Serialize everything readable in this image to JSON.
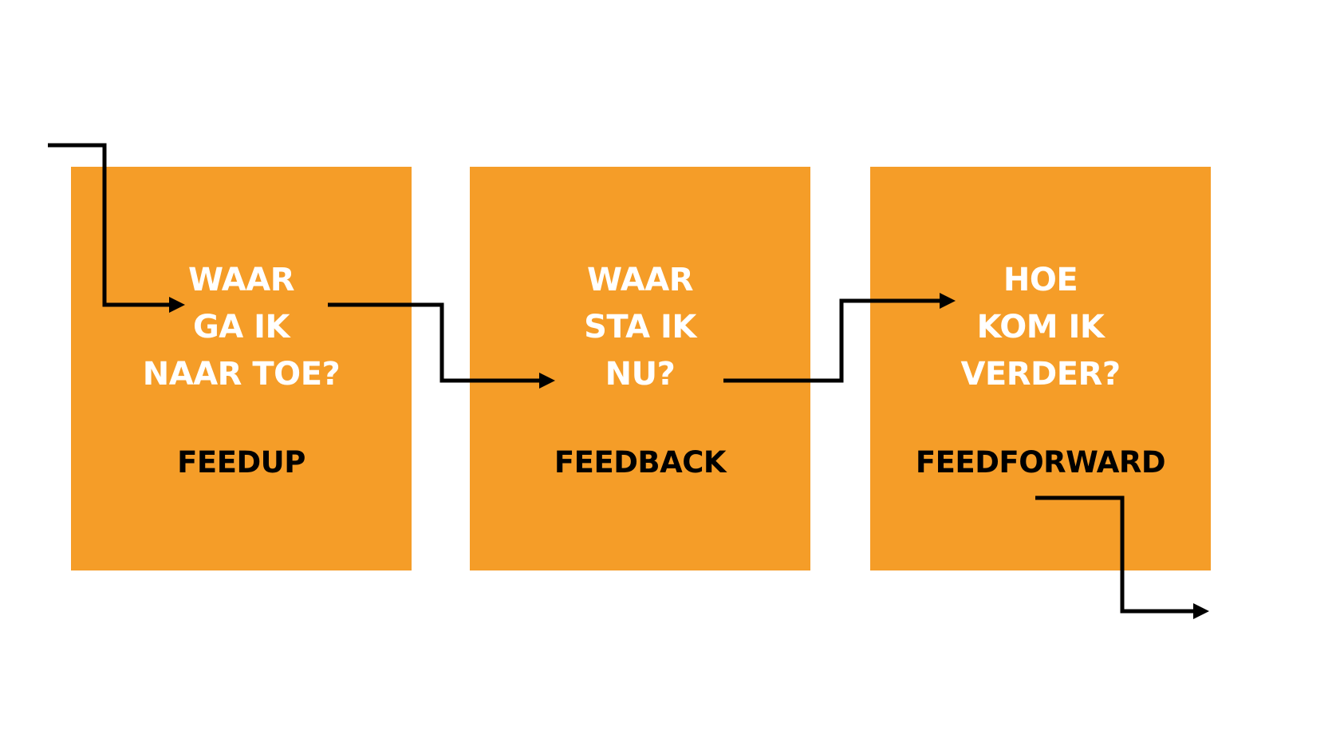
{
  "colors": {
    "box_fill": "#f59d28",
    "question_text": "#ffffff",
    "term_text": "#000000",
    "arrow": "#000000",
    "background": "#ffffff"
  },
  "steps": [
    {
      "question_lines": [
        "WAAR",
        "GA IK",
        "NAAR TOE?"
      ],
      "term": "FEEDUP"
    },
    {
      "question_lines": [
        "WAAR",
        "STA IK",
        "NU?"
      ],
      "term": "FEEDBACK"
    },
    {
      "question_lines": [
        "HOE",
        "KOM IK",
        "VERDER?"
      ],
      "term": "FEEDFORWARD"
    }
  ]
}
